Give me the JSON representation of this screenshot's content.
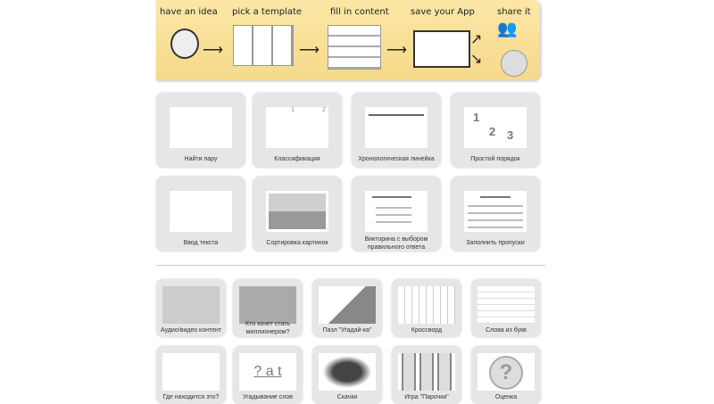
{
  "banner": {
    "steps": [
      "have an idea",
      "pick a template",
      "fill in content",
      "save your App",
      "share it"
    ]
  },
  "templates_top": [
    {
      "label": "Найти пару"
    },
    {
      "label": "Классификация"
    },
    {
      "label": "Хронологическая линейка"
    },
    {
      "label": "Простой порядок"
    },
    {
      "label": "Ввод текста"
    },
    {
      "label": "Сортировка картинок"
    },
    {
      "label": "Викторина с выбором правильного ответа"
    },
    {
      "label": "Заполнить пропуски"
    }
  ],
  "templates_bottom": [
    {
      "label": "Аудио/видео контент"
    },
    {
      "label": "Кто хочет стать миллионером?"
    },
    {
      "label": "Пазл \"Угадай-ка\""
    },
    {
      "label": "Кроссворд"
    },
    {
      "label": "Слова из букв"
    },
    {
      "label": "Где находится это?"
    },
    {
      "label": "Угадывание слов"
    },
    {
      "label": "Скачки"
    },
    {
      "label": "Игра \"Парочки\""
    },
    {
      "label": "Оценка"
    }
  ],
  "thumb_text": {
    "classify_1": "1",
    "classify_2": "2",
    "order_1": "1",
    "order_2": "2",
    "order_3": "3",
    "word_guess": "? a t",
    "estimate": "?"
  }
}
